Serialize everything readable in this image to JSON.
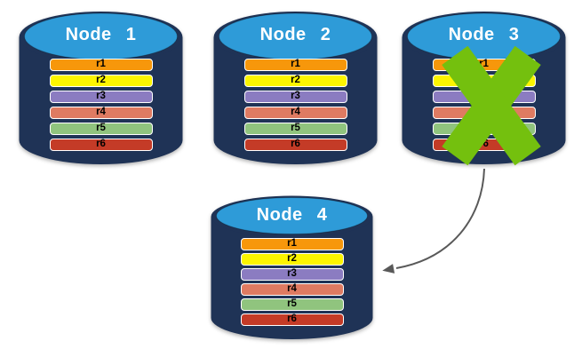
{
  "diagram": {
    "cylinder": {
      "body_color": "#1F3356",
      "top_color": "#2E9BD8",
      "title_color": "#FFFFFF"
    },
    "failed_marker": {
      "node": "Node 3",
      "color": "#74C00E"
    },
    "arrow": {
      "from": "Node 3",
      "to": "Node 4",
      "color": "#595959"
    },
    "nodes": [
      {
        "label": "Node 1",
        "failed": false,
        "rows": [
          {
            "label": "r1",
            "color": "#F7970B"
          },
          {
            "label": "r2",
            "color": "#FCF500"
          },
          {
            "label": "r3",
            "color": "#8B7CC1"
          },
          {
            "label": "r4",
            "color": "#DF7B62"
          },
          {
            "label": "r5",
            "color": "#90C47E"
          },
          {
            "label": "r6",
            "color": "#C43B27"
          }
        ]
      },
      {
        "label": "Node 2",
        "failed": false,
        "rows": [
          {
            "label": "r1",
            "color": "#F7970B"
          },
          {
            "label": "r2",
            "color": "#FCF500"
          },
          {
            "label": "r3",
            "color": "#8B7CC1"
          },
          {
            "label": "r4",
            "color": "#DF7B62"
          },
          {
            "label": "r5",
            "color": "#90C47E"
          },
          {
            "label": "r6",
            "color": "#C43B27"
          }
        ]
      },
      {
        "label": "Node 3",
        "failed": true,
        "rows": [
          {
            "label": "r1",
            "color": "#F7970B"
          },
          {
            "label": "r2",
            "color": "#FCF500"
          },
          {
            "label": "r3",
            "color": "#8B7CC1"
          },
          {
            "label": "r4",
            "color": "#DF7B62"
          },
          {
            "label": "r5",
            "color": "#90C47E"
          },
          {
            "label": "r6",
            "color": "#C43B27"
          }
        ]
      },
      {
        "label": "Node 4",
        "failed": false,
        "rows": [
          {
            "label": "r1",
            "color": "#F7970B"
          },
          {
            "label": "r2",
            "color": "#FCF500"
          },
          {
            "label": "r3",
            "color": "#8B7CC1"
          },
          {
            "label": "r4",
            "color": "#DF7B62"
          },
          {
            "label": "r5",
            "color": "#90C47E"
          },
          {
            "label": "r6",
            "color": "#C43B27"
          }
        ]
      }
    ]
  }
}
